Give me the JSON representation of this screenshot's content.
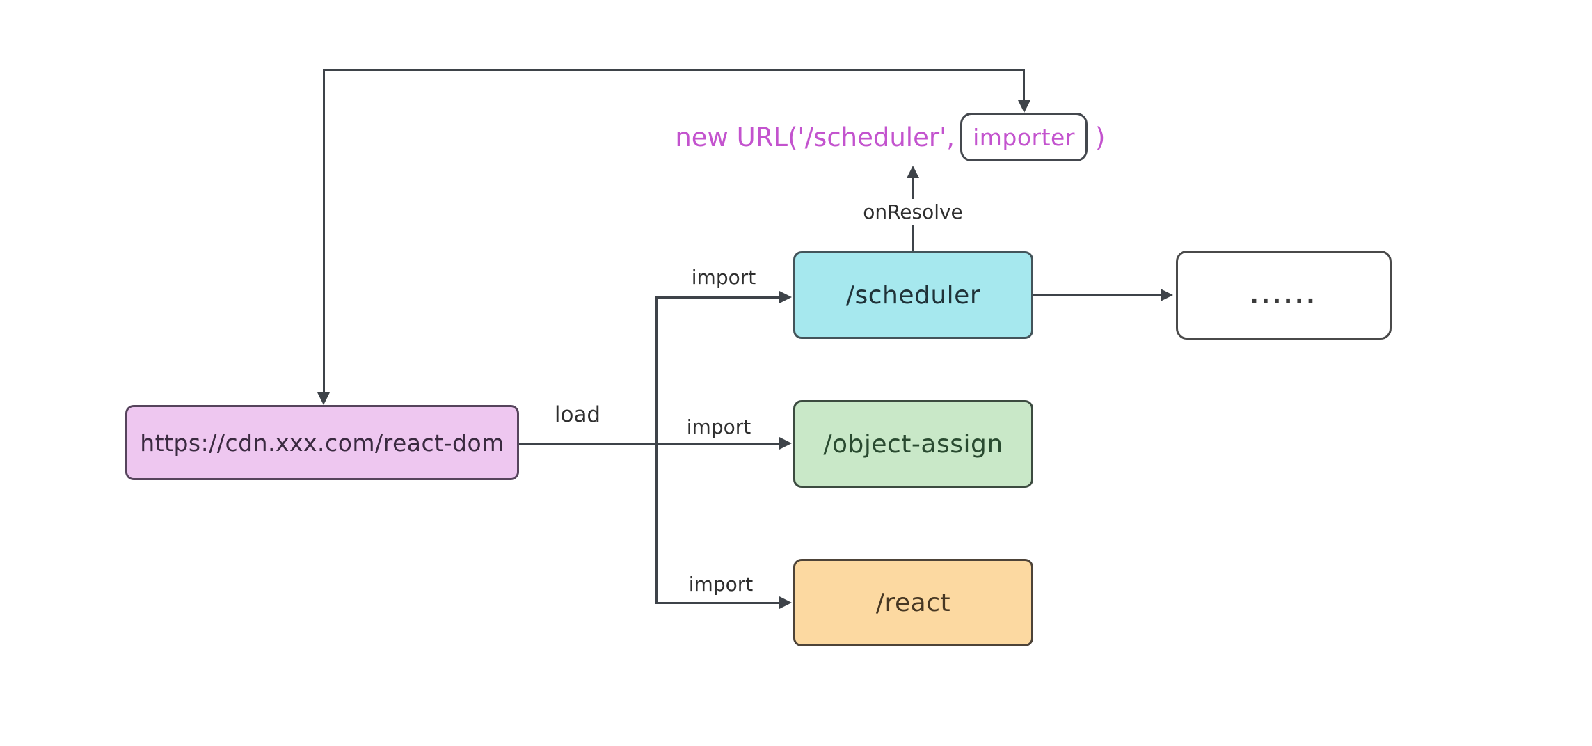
{
  "expression": {
    "prefix": "new URL('/scheduler',",
    "importer": "importer",
    "suffix": ")",
    "color": "#c353ce"
  },
  "labels": {
    "on_resolve": "onResolve",
    "load": "load",
    "import": "import"
  },
  "nodes": {
    "cdn": {
      "label": "https://cdn.xxx.com/react-dom",
      "fill": "#eec7f0",
      "border": "#56445c"
    },
    "scheduler": {
      "label": "/scheduler",
      "fill": "#a6e8ee",
      "border": "#43545a"
    },
    "object_assign": {
      "label": "/object-assign",
      "fill": "#c9e8c8",
      "border": "#3c4b40"
    },
    "react": {
      "label": "/react",
      "fill": "#fcd9a1",
      "border": "#4d4338"
    },
    "more": {
      "label": "......",
      "fill": "#ffffff",
      "border": "#4a4a4a"
    }
  },
  "colors": {
    "line": "#3e4349",
    "background": "#ffffff"
  }
}
